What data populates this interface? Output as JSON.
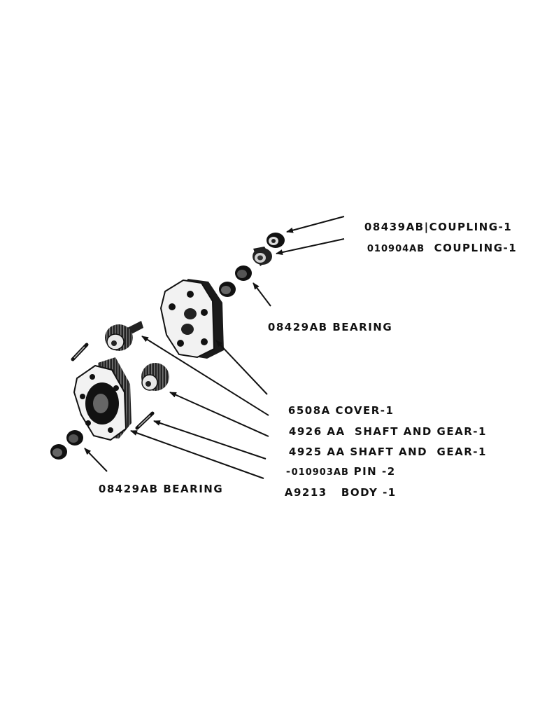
{
  "diagram": {
    "parts": [
      {
        "id": "coupling_08439",
        "number": "08439AB",
        "name": "COUPLING",
        "qty": "-1",
        "sep": "|"
      },
      {
        "id": "coupling_010904",
        "number": "010904AB",
        "name": "COUPLING",
        "qty": "-1"
      },
      {
        "id": "bearing_top",
        "number": "08429AB",
        "name": "BEARING"
      },
      {
        "id": "cover",
        "number": "6508A",
        "name": "COVER",
        "qty": "-1"
      },
      {
        "id": "shaft_4926",
        "number": "4926 AA",
        "name": "SHAFT AND GEAR",
        "qty": "-1"
      },
      {
        "id": "shaft_4925",
        "number": "4925 AA",
        "name": "SHAFT AND  GEAR",
        "qty": "-1"
      },
      {
        "id": "pin",
        "number": "010903AB",
        "name": "PIN",
        "qty": "-2"
      },
      {
        "id": "body",
        "number": "A9213",
        "name": "BODY",
        "qty": "-1"
      },
      {
        "id": "bearing_bottom",
        "number": "08429AB",
        "name": "BEARING"
      }
    ]
  }
}
